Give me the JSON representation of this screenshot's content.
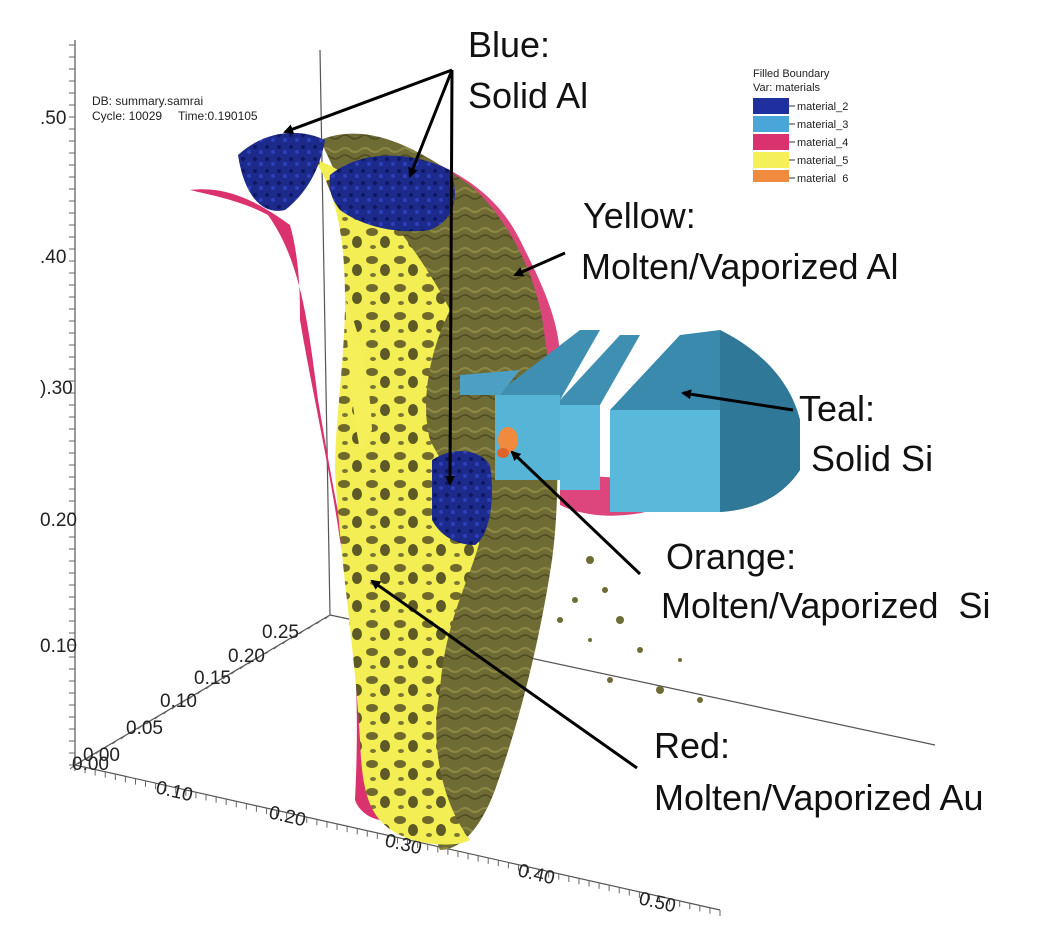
{
  "info": {
    "db": "DB: summary.samrai",
    "cycle": "Cycle: 10029",
    "time": "Time:0.190105"
  },
  "legend": {
    "title": "Filled Boundary",
    "var": "Var: materials",
    "items": [
      {
        "label": "material_2",
        "color": "#1f2f9e"
      },
      {
        "label": "material_3",
        "color": "#4aa6d8"
      },
      {
        "label": "material_4",
        "color": "#d9326e"
      },
      {
        "label": "material_5",
        "color": "#f5f05a"
      },
      {
        "label": "material_6",
        "color": "#f08a3c"
      }
    ]
  },
  "axes": {
    "vertical": [
      ".50",
      ".40",
      ").30",
      "0.20",
      "0.10"
    ],
    "depth": [
      "0.25",
      "0.20",
      "0.15",
      "0.10",
      "0.05",
      "0.00",
      "0.00"
    ],
    "horizontal": [
      "0.10",
      "0.20",
      "0.30",
      "0.40",
      "0.50"
    ]
  },
  "annotations": {
    "blue": {
      "line1": "Blue:",
      "line2": "Solid Al"
    },
    "yellow": {
      "line1": "Yellow:",
      "line2": "Molten/Vaporized Al"
    },
    "teal": {
      "line1": "Teal:",
      "line2": "Solid Si"
    },
    "orange": {
      "line1": "Orange:",
      "line2": "Molten/Vaporized  Si"
    },
    "red": {
      "line1": "Red:",
      "line2": "Molten/Vaporized Au"
    }
  },
  "colors": {
    "solid_al": "#1f2f9e",
    "molten_al": "#f5f05a",
    "solid_si": "#56b4d6",
    "molten_si": "#f08a3c",
    "molten_au": "#d9326e",
    "al_surface": "#6b6a2e"
  }
}
